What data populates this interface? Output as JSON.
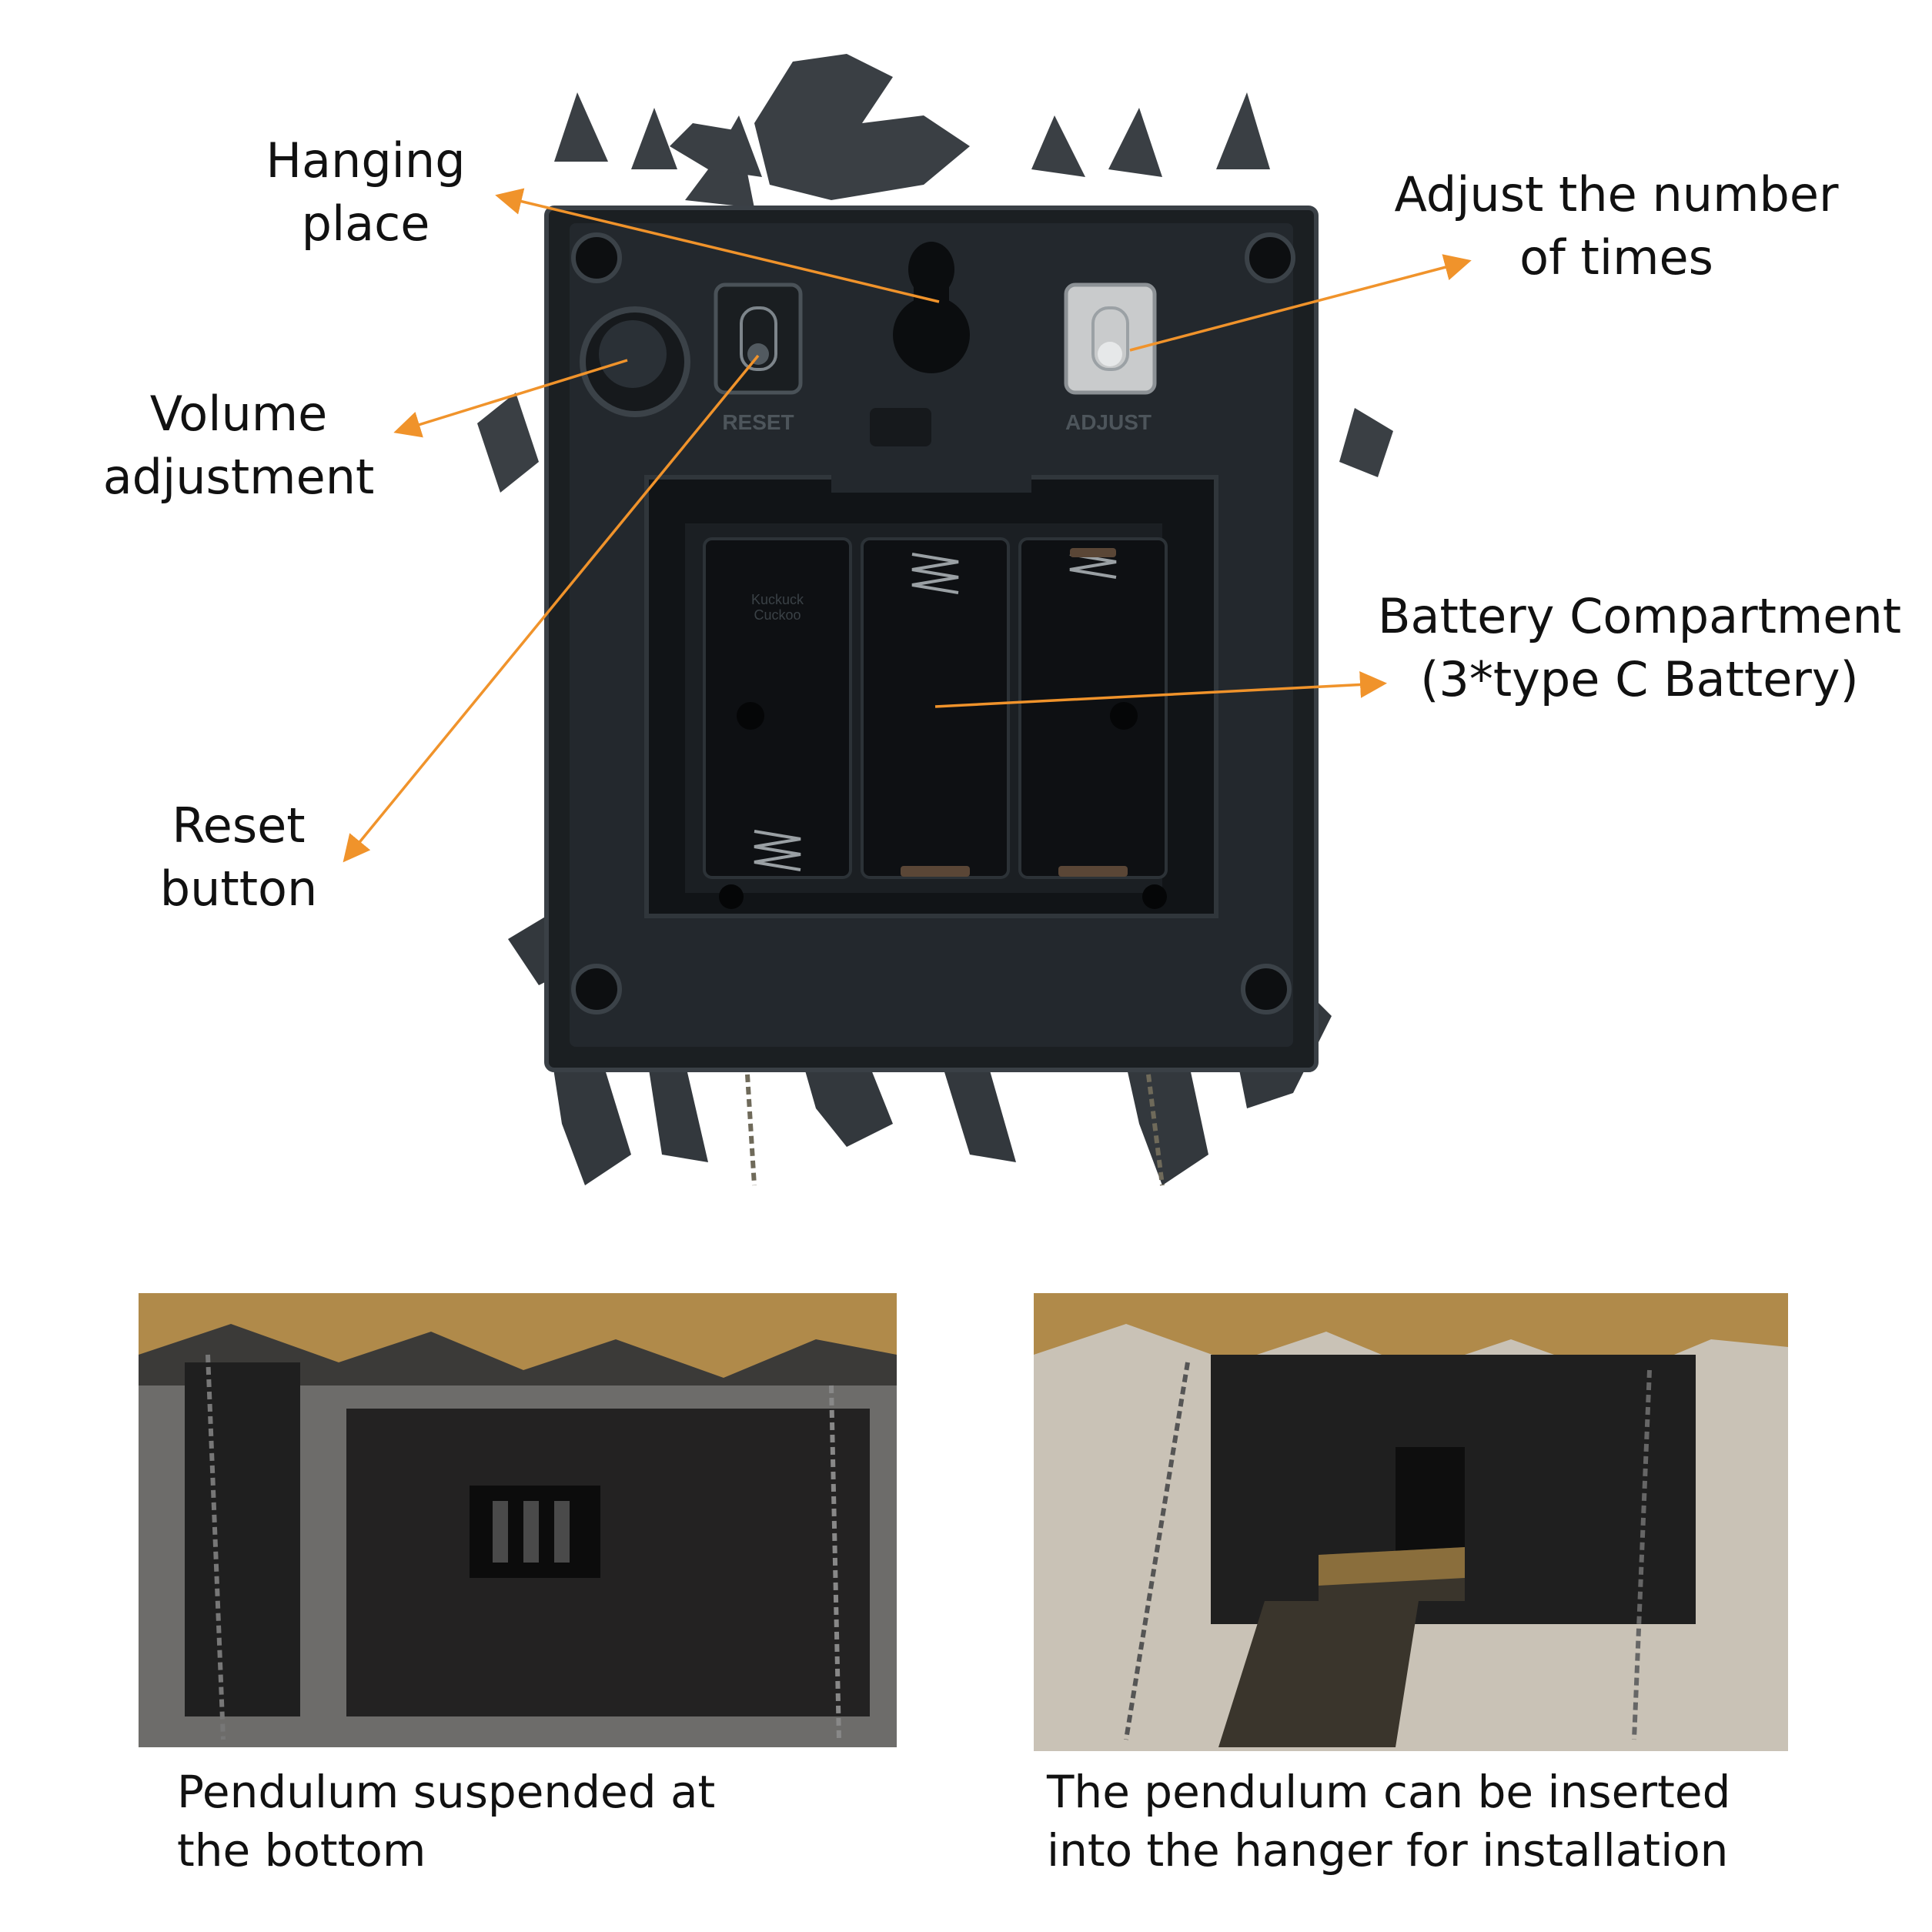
{
  "colors": {
    "arrow": "#F0932B",
    "panel": "#23282d",
    "frame": "#1b1f22",
    "bronze": "#b08a4a"
  },
  "labels": {
    "hanging_place": [
      "Hanging",
      "place"
    ],
    "adjust_times": [
      "Adjust the number",
      "of times"
    ],
    "volume": [
      "Volume",
      "adjustment"
    ],
    "battery": [
      "Battery Compartment",
      "(3*type C Battery)"
    ],
    "reset_button": [
      "Reset",
      "button"
    ]
  },
  "panel_markings": {
    "reset": "RESET",
    "adjust": "ADJUST",
    "battery_brand": [
      "Kuckuck",
      "Cuckoo"
    ]
  },
  "captions": {
    "left": [
      "Pendulum suspended at",
      "the bottom"
    ],
    "right": [
      "The pendulum can be inserted",
      "into the hanger for installation"
    ]
  }
}
